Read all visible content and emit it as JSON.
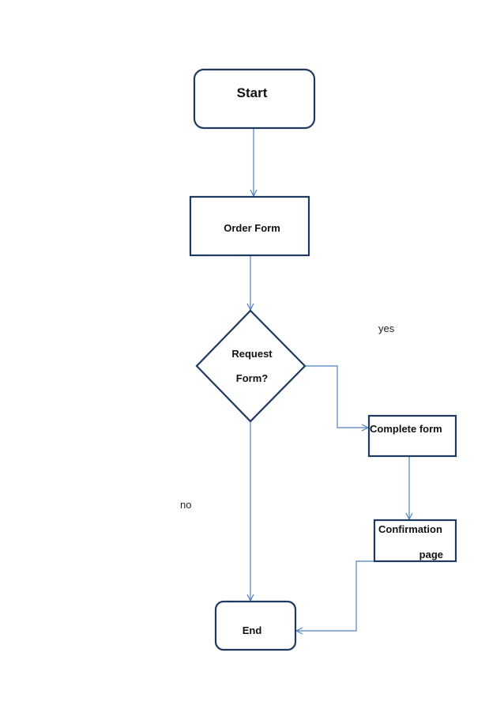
{
  "diagram": {
    "colors": {
      "node_border": "#1f3a5f",
      "edge": "#4f81bd",
      "text": "#111111"
    },
    "nodes": {
      "start": {
        "label": "Start",
        "shape": "rounded-rect"
      },
      "order_form": {
        "label": "Order Form",
        "shape": "rect"
      },
      "decision": {
        "label_line1": "Request",
        "label_line2": "Form?",
        "shape": "diamond"
      },
      "complete_form": {
        "label": "Complete form",
        "shape": "rect"
      },
      "confirmation": {
        "label_line1": "Confirmation",
        "label_line2": "page",
        "shape": "rect"
      },
      "end": {
        "label": "End",
        "shape": "rounded-rect"
      }
    },
    "edges": {
      "yes_label": "yes",
      "no_label": "no"
    }
  }
}
